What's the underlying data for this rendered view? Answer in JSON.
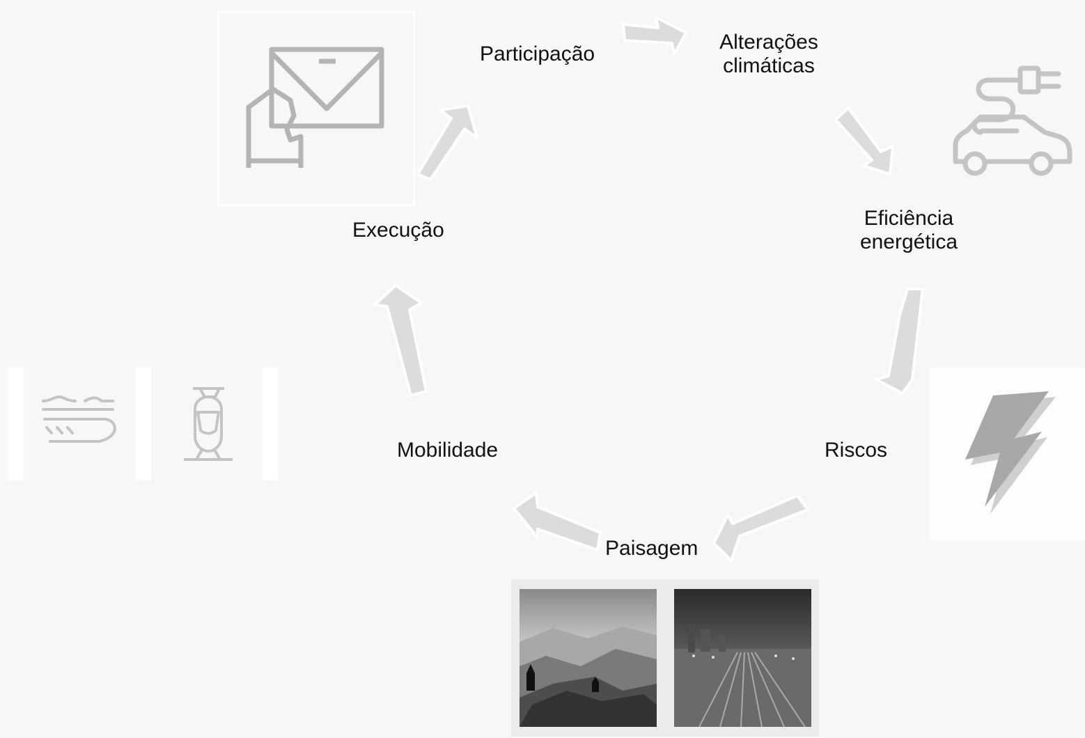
{
  "cycle": {
    "participacao": "Participação",
    "alteracoes_l1": "Alterações",
    "alteracoes_l2": "climáticas",
    "eficiencia_l1": "Eficiência",
    "eficiencia_l2": "energética",
    "riscos": "Riscos",
    "paisagem": "Paisagem",
    "mobilidade": "Mobilidade",
    "execucao": "Execução"
  },
  "icons": {
    "ballot": "ballot-envelope-hand-icon",
    "electric_car": "electric-car-plug-icon",
    "lightning": "lightning-bolt-icon",
    "high_speed_train": "high-speed-train-icon",
    "tram": "tram-front-icon",
    "car": "car-icon",
    "photo_mountains": "mountain-hikers-photo",
    "photo_rails": "city-railway-tracks-photo"
  },
  "colors": {
    "background": "#f7f7f7",
    "arrow_fill": "#dcdcdc",
    "arrow_outline": "#ffffff",
    "icon_stroke": "#b4b4b4",
    "text": "#111111"
  }
}
